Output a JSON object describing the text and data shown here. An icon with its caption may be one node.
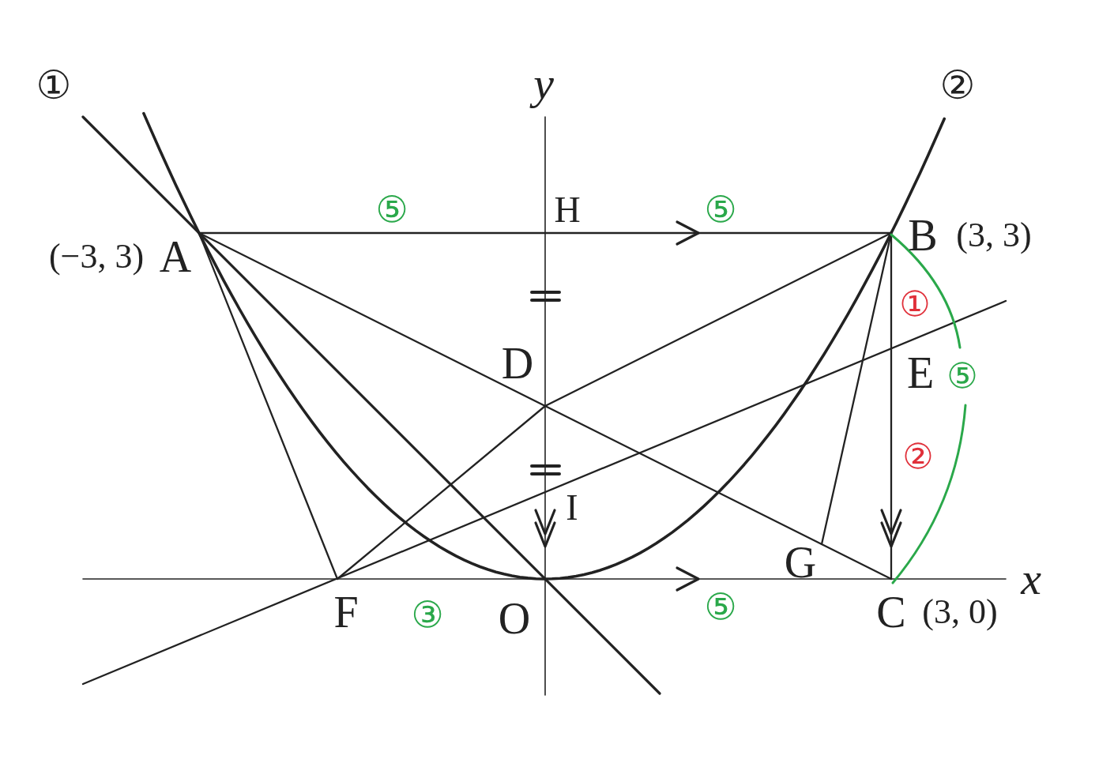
{
  "diagram": {
    "labels": [
      "①",
      "y",
      "②",
      "⑤",
      "H",
      "⑤",
      "B",
      "(3, 3)",
      "(−3, 3)",
      "A",
      "①",
      "D",
      "E",
      "⑤",
      "②",
      "I",
      "G",
      "x",
      "F",
      "③",
      "O",
      "⑤",
      "C",
      "(3, 0)"
    ]
  }
}
